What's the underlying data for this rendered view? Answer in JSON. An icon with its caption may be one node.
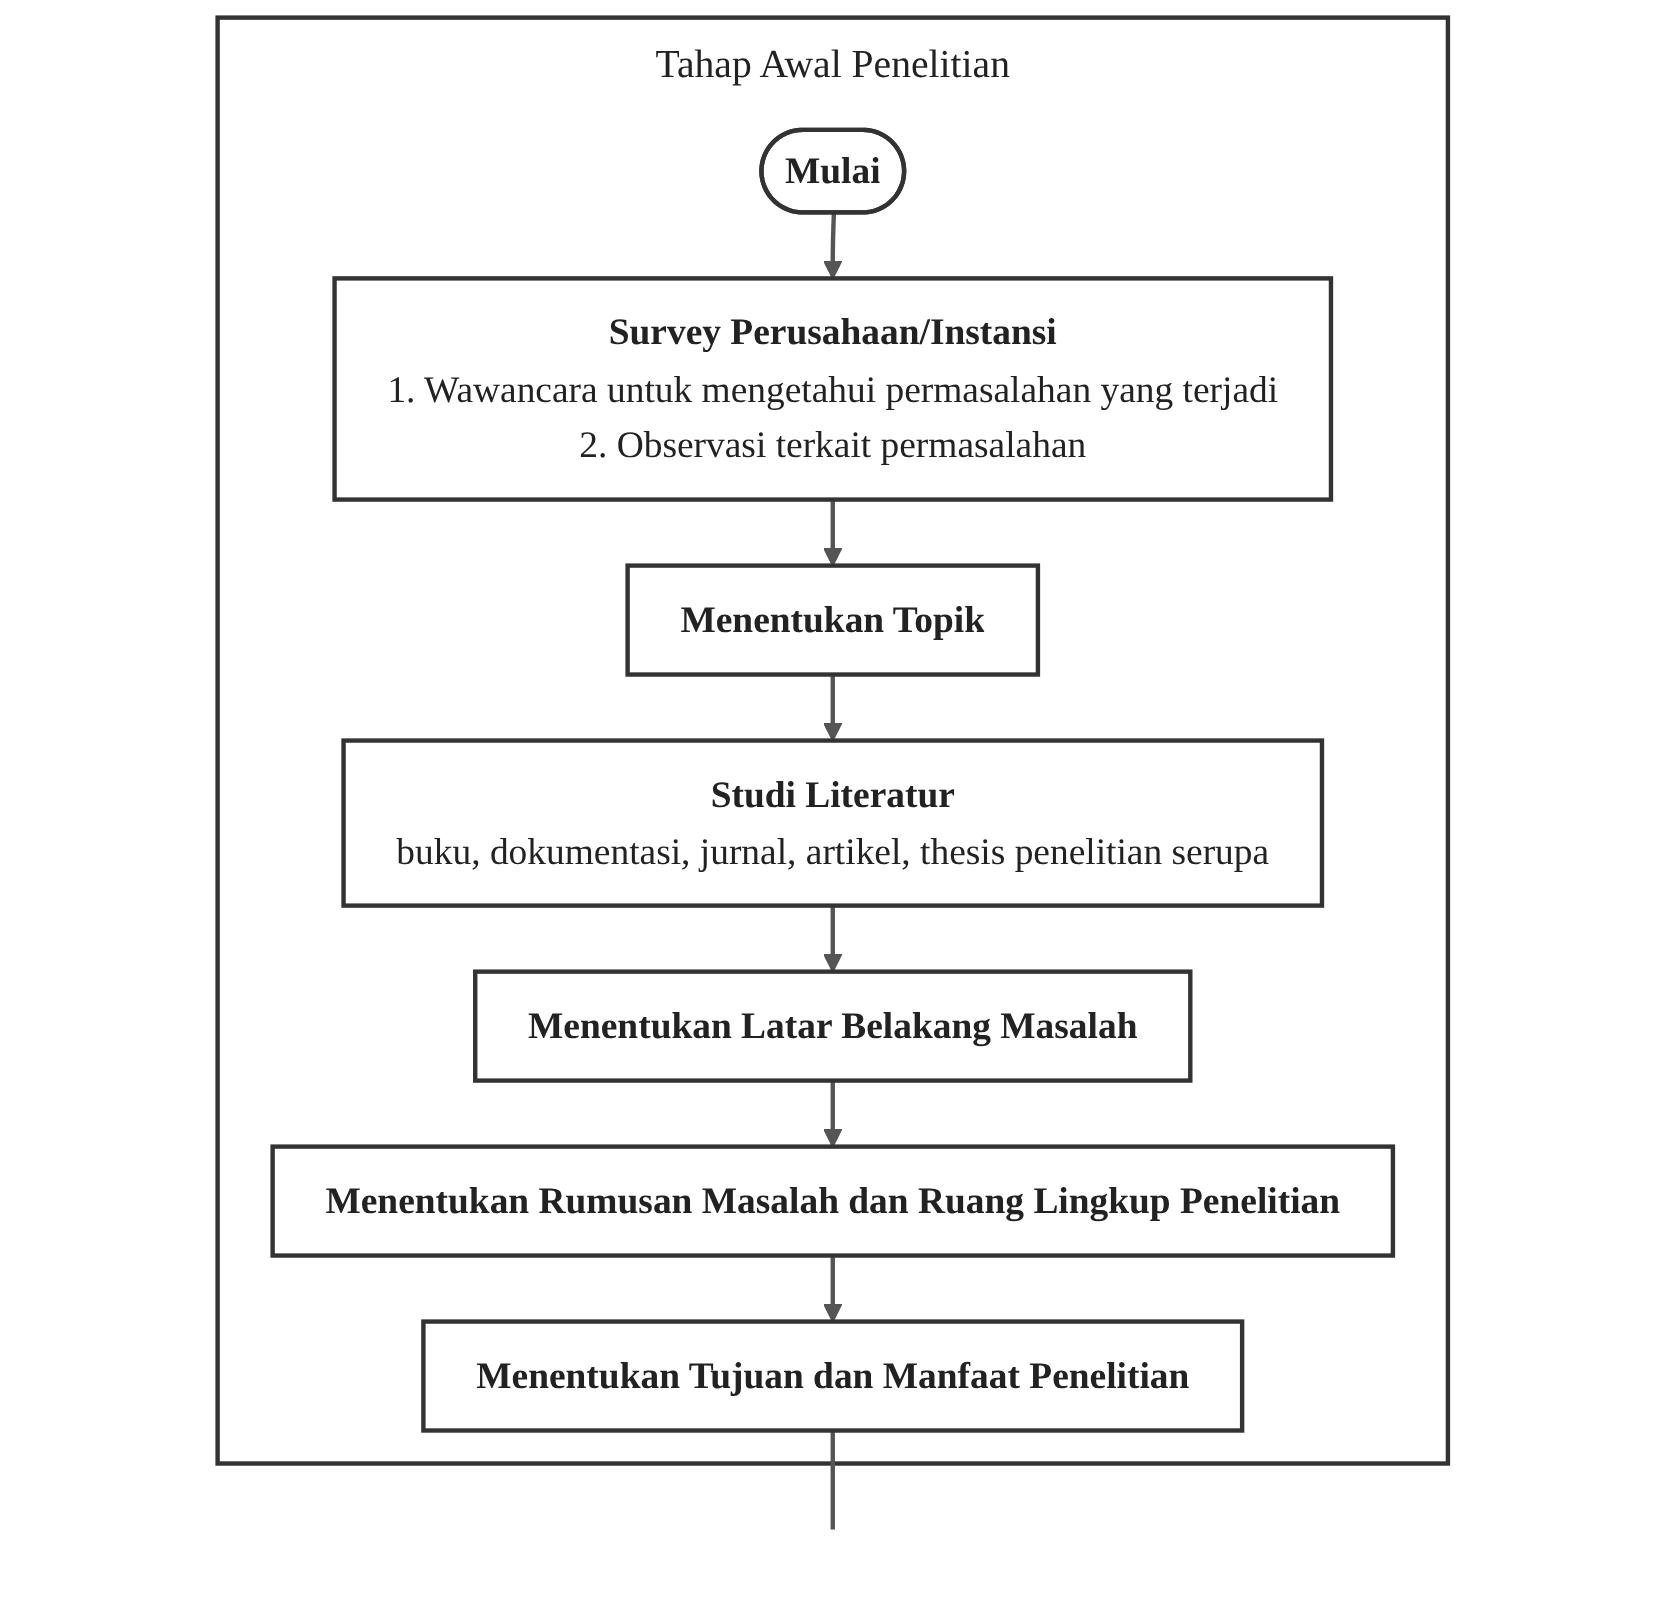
{
  "diagram": {
    "nodes": [
      {
        "text": [
          "Tahap Awal Penelitian"
        ]
      },
      {
        "text": [
          "Mulai"
        ],
        "in": 0
      },
      {
        "text": [
          "Survey Perusahaan/Instansi",
          "1. Wawancara untuk mengetahui permasalahan yang terjadi",
          "2. Observasi terkait permasalahan"
        ],
        "in": 0
      },
      {
        "text": [
          "Menentukan Topik"
        ],
        "in": 0
      },
      {
        "text": [
          "Studi Literatur",
          "buku, dokumentasi, jurnal, artikel, thesis penelitian serupa"
        ],
        "in": 0
      },
      {
        "text": [
          "Menentukan Latar Belakang Masalah"
        ],
        "in": 0
      },
      {
        "text": [
          "Menentukan Rumusan Masalah dan Ruang Lingkup Penelitian"
        ],
        "in": 0
      },
      {
        "text": [
          "Menentukan Tujuan dan Manfaat Penelitian"
        ],
        "in": 0
      }
    ],
    "edges": [
      {
        "from": 1,
        "to": 2,
        "arrow": "to"
      },
      {
        "from": 2,
        "to": 3,
        "arrow": "to"
      },
      {
        "from": 3,
        "to": 4,
        "arrow": "to"
      },
      {
        "from": 4,
        "to": 5,
        "arrow": "to"
      },
      {
        "from": 5,
        "to": 6,
        "arrow": "to"
      },
      {
        "from": 6,
        "to": 7,
        "arrow": "to"
      },
      {
        "from": 7,
        "to": null,
        "arrow": "none"
      }
    ]
  }
}
